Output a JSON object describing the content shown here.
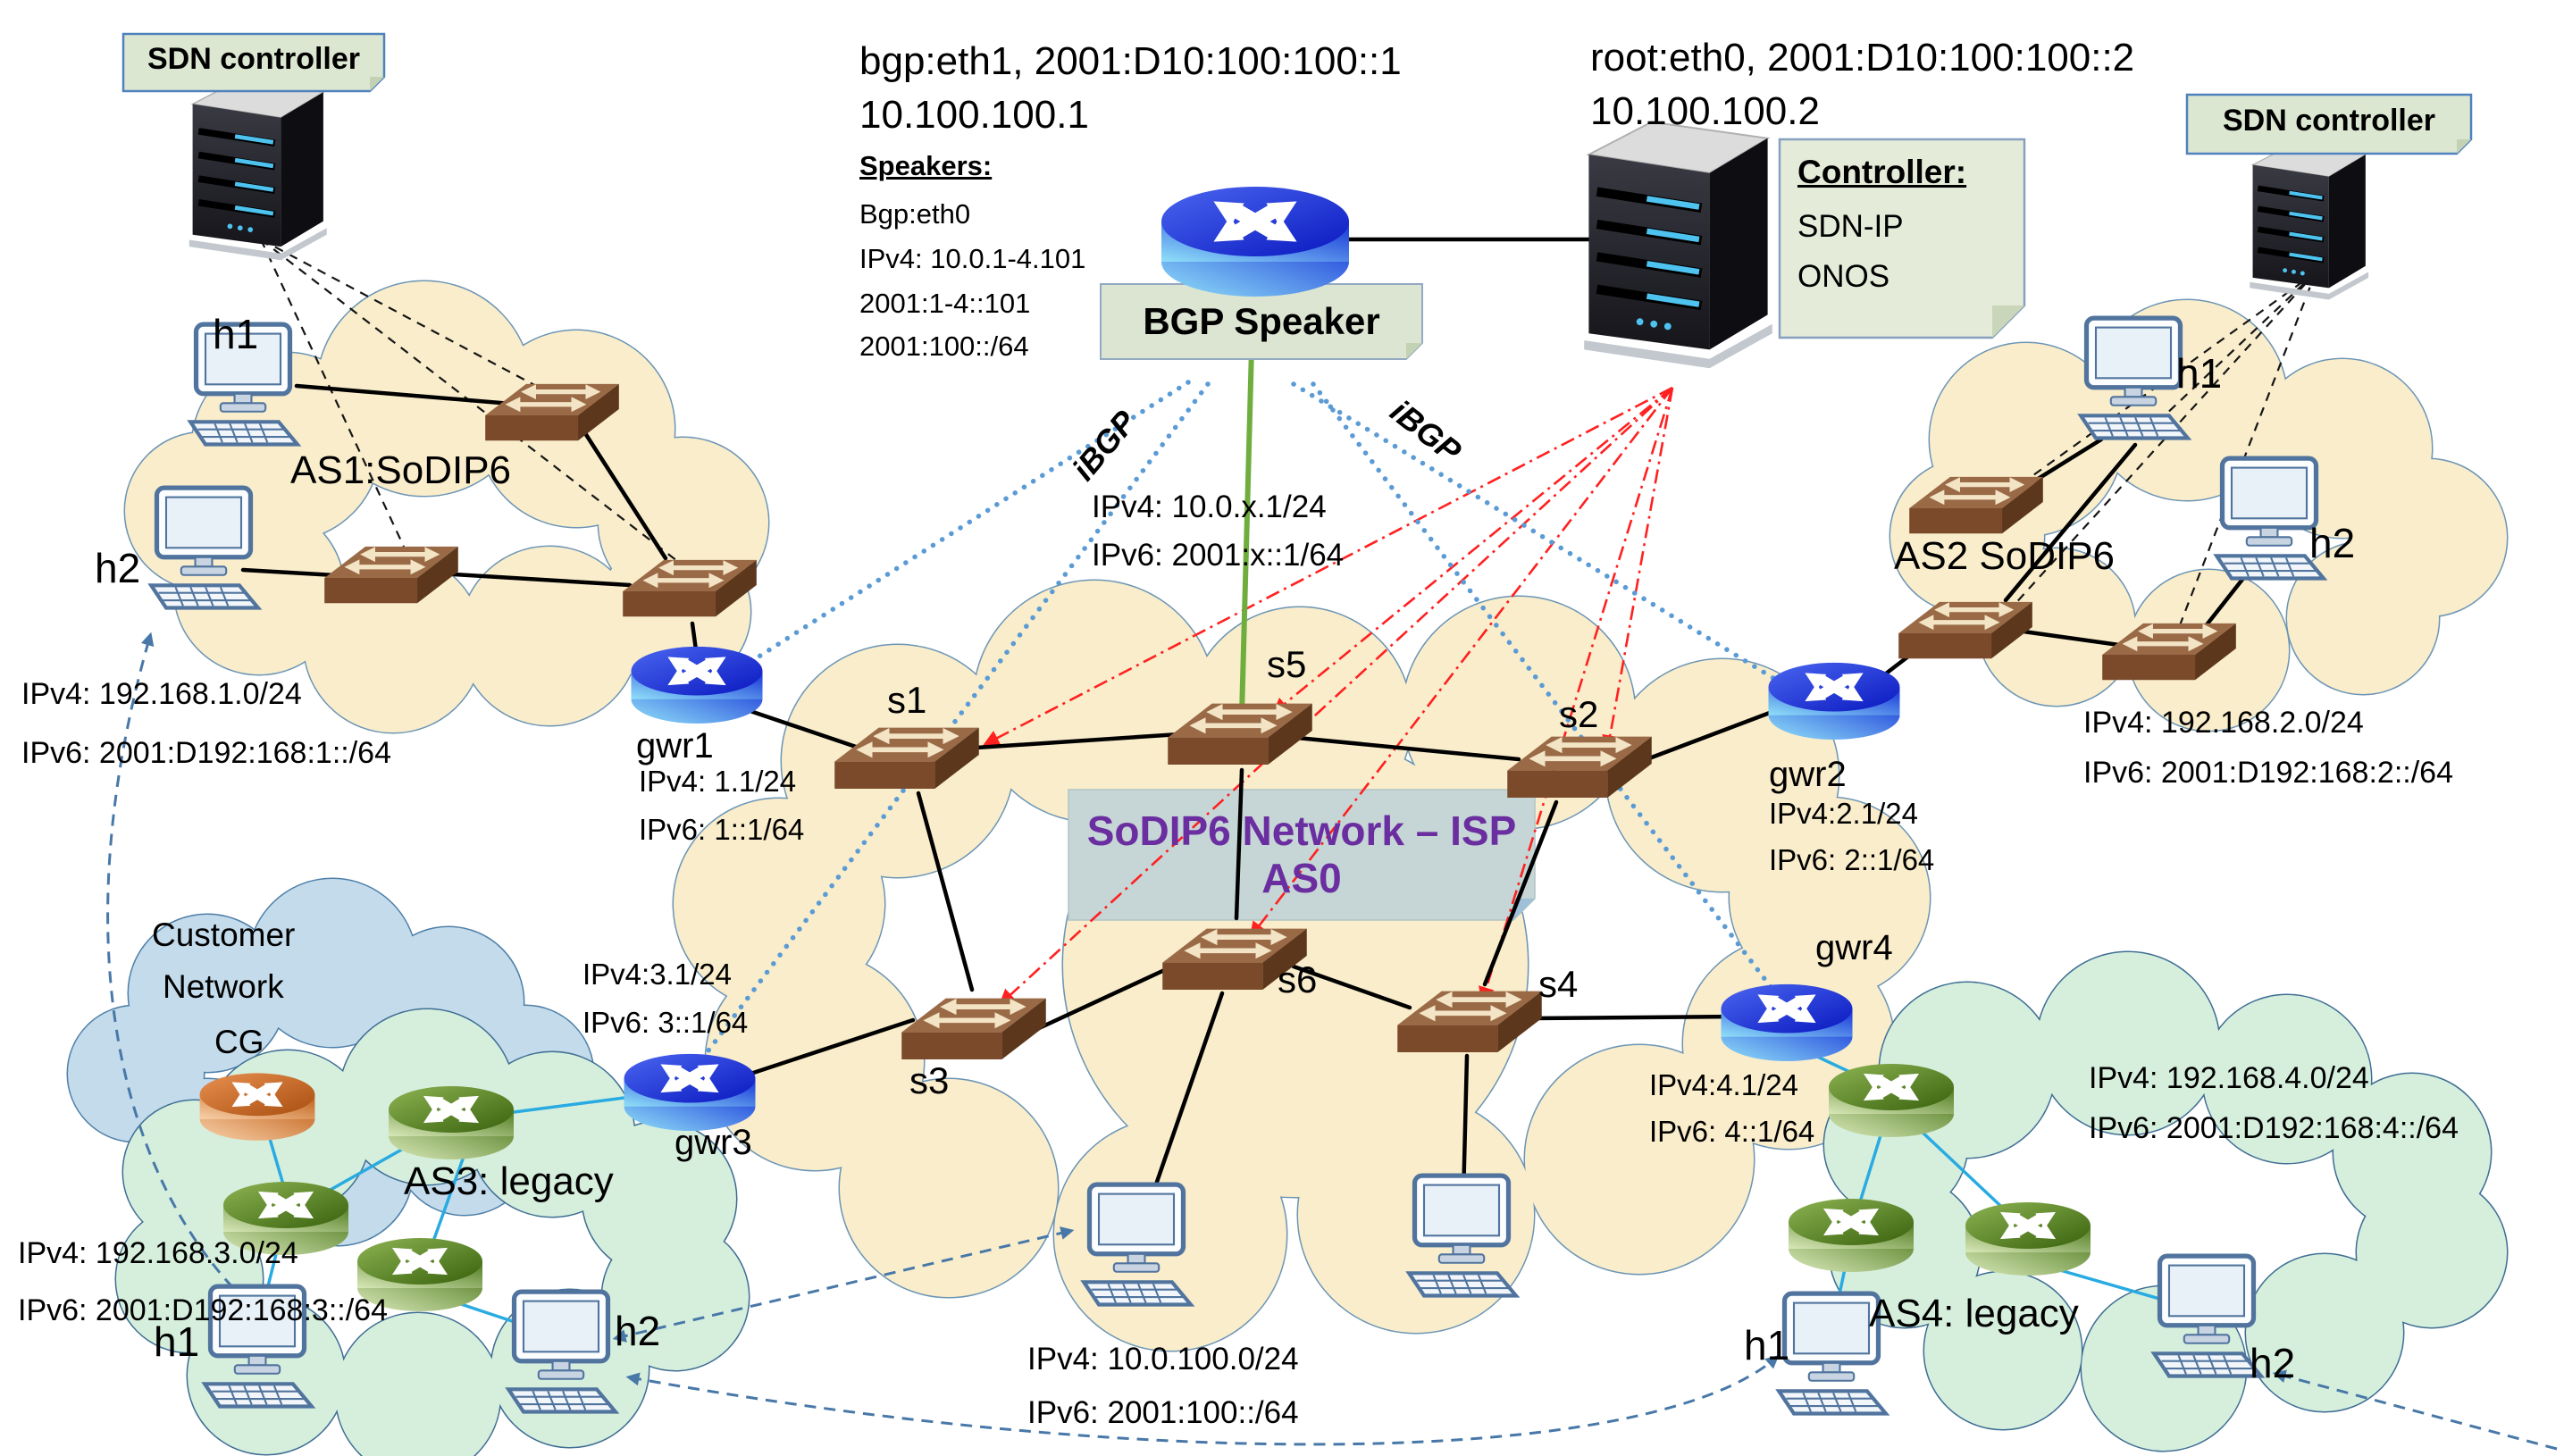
{
  "sdn_controllers": {
    "left": {
      "label": "SDN controller"
    },
    "right": {
      "label": "SDN controller"
    }
  },
  "bgp_speaker": {
    "interface_line": "bgp:eth1, 2001:D10:100:100::1",
    "ipv4": "10.100.100.1",
    "speakers_heading": "Speakers:",
    "speaker_lines": [
      "Bgp:eth0",
      "IPv4: 10.0.1-4.101",
      "2001:1-4::101",
      "2001:100::/64"
    ],
    "label": "BGP Speaker"
  },
  "root_server": {
    "interface_line": "root:eth0, 2001:D10:100:100::2",
    "ipv4": "10.100.100.2",
    "note_heading": "Controller:",
    "note_lines": [
      "SDN-IP",
      "ONOS"
    ]
  },
  "core_network": {
    "label_line1": "SoDIP6 Network – ISP",
    "label_line2": "AS0",
    "ibgp_left": "iBGP",
    "ibgp_right": "iBGP",
    "switch_note_ipv4": "IPv4: 10.0.x.1/24",
    "switch_note_ipv6": "IPv6: 2001:x::1/64",
    "host_note_ipv4": "IPv4: 10.0.100.0/24",
    "host_note_ipv6": "IPv6: 2001:100::/64",
    "switches": {
      "s1": "s1",
      "s2": "s2",
      "s3": "s3",
      "s4": "s4",
      "s5": "s5",
      "s6": "s6"
    }
  },
  "gateways": {
    "gwr1": {
      "name": "gwr1",
      "ipv4": "IPv4: 1.1/24",
      "ipv6": "IPv6: 1::1/64"
    },
    "gwr2": {
      "name": "gwr2",
      "ipv4": "IPv4:2.1/24",
      "ipv6": "IPv6: 2::1/64"
    },
    "gwr3": {
      "name": "gwr3",
      "ipv4": "IPv4:3.1/24",
      "ipv6": "IPv6: 3::1/64"
    },
    "gwr4": {
      "name": "gwr4",
      "ipv4": "IPv4:4.1/24",
      "ipv6": "IPv6: 4::1/64"
    }
  },
  "as1": {
    "label": "AS1:SoDIP6",
    "h1": "h1",
    "h2": "h2",
    "ipv4": "IPv4: 192.168.1.0/24",
    "ipv6": "IPv6: 2001:D192:168:1::/64"
  },
  "as2": {
    "label": "AS2 SoDIP6",
    "h1": "h1",
    "h2": "h2",
    "ipv4": "IPv4: 192.168.2.0/24",
    "ipv6": "IPv6: 2001:D192:168:2::/64"
  },
  "as3": {
    "label": "AS3: legacy",
    "h1": "h1",
    "h2": "h2",
    "ipv4": "IPv4: 192.168.3.0/24",
    "ipv6": "IPv6: 2001:D192:168:3::/64"
  },
  "as4": {
    "label": "AS4: legacy",
    "h1": "h1",
    "h2": "h2",
    "ipv4": "IPv4: 192.168.4.0/24",
    "ipv6": "IPv6: 2001:D192:168:4::/64"
  },
  "customer_network": {
    "line1": "Customer",
    "line2": "Network",
    "cg": "CG"
  },
  "colors": {
    "cloud_sodip6": "#F9EDCB",
    "cloud_customer": "#C3DBEB",
    "cloud_legacy": "#D6EFDD",
    "ibgp_dotted": "#5B9BD5",
    "openflow_red": "#FF2020",
    "legacy_link": "#29ABE2",
    "speaker_to_s5_green": "#6FAE3E",
    "note_box": "#DCE7D2",
    "isp_box": "#C6D6D6",
    "isp_text_purple": "#6B2EA0",
    "flow_dashed": "#4878A8"
  }
}
